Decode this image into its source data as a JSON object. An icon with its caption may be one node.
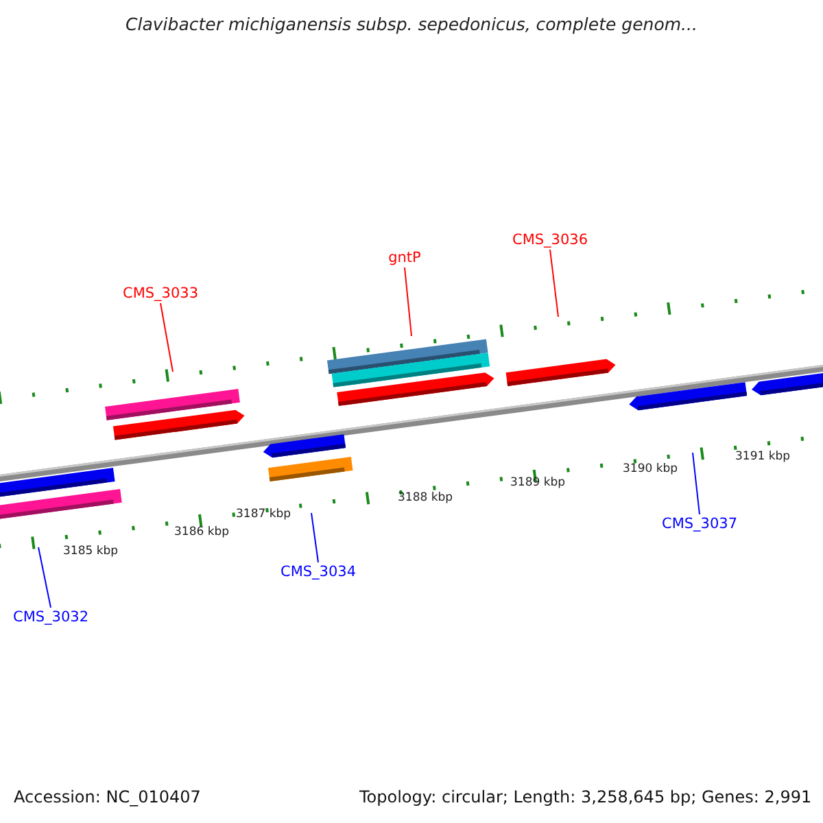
{
  "diagram": {
    "title": "Clavibacter michiganensis subsp. sepedonicus, complete genom...",
    "nodes": [
      {
        "text": [
          "CMS_3033"
        ]
      },
      {
        "text": [
          "gntP"
        ]
      },
      {
        "text": [
          "CMS_3036"
        ]
      },
      {
        "text": [
          "CMS_3032"
        ]
      },
      {
        "text": [
          "CMS_3034"
        ]
      },
      {
        "text": [
          "CMS_3037"
        ]
      }
    ],
    "edges": [
      {
        "from": 0,
        "to": null,
        "arrow": "none",
        "color": "#ff0000"
      },
      {
        "from": 1,
        "to": null,
        "arrow": "none",
        "color": "#ff0000"
      },
      {
        "from": 2,
        "to": null,
        "arrow": "none",
        "color": "#ff0000"
      },
      {
        "from": 3,
        "to": null,
        "arrow": "none",
        "color": "#0000ff"
      },
      {
        "from": 4,
        "to": null,
        "arrow": "none",
        "color": "#0000ff"
      },
      {
        "from": 5,
        "to": null,
        "arrow": "none",
        "color": "#0000ff"
      }
    ],
    "labels": [
      "3185 kbp",
      "3186 kbp",
      "3187 kbp",
      "3188 kbp",
      "3189 kbp",
      "3190 kbp",
      "3191 kbp",
      "Accession: NC_010407",
      "Topology: circular; Length: 3,258,645 bp; Genes: 2,991"
    ]
  }
}
